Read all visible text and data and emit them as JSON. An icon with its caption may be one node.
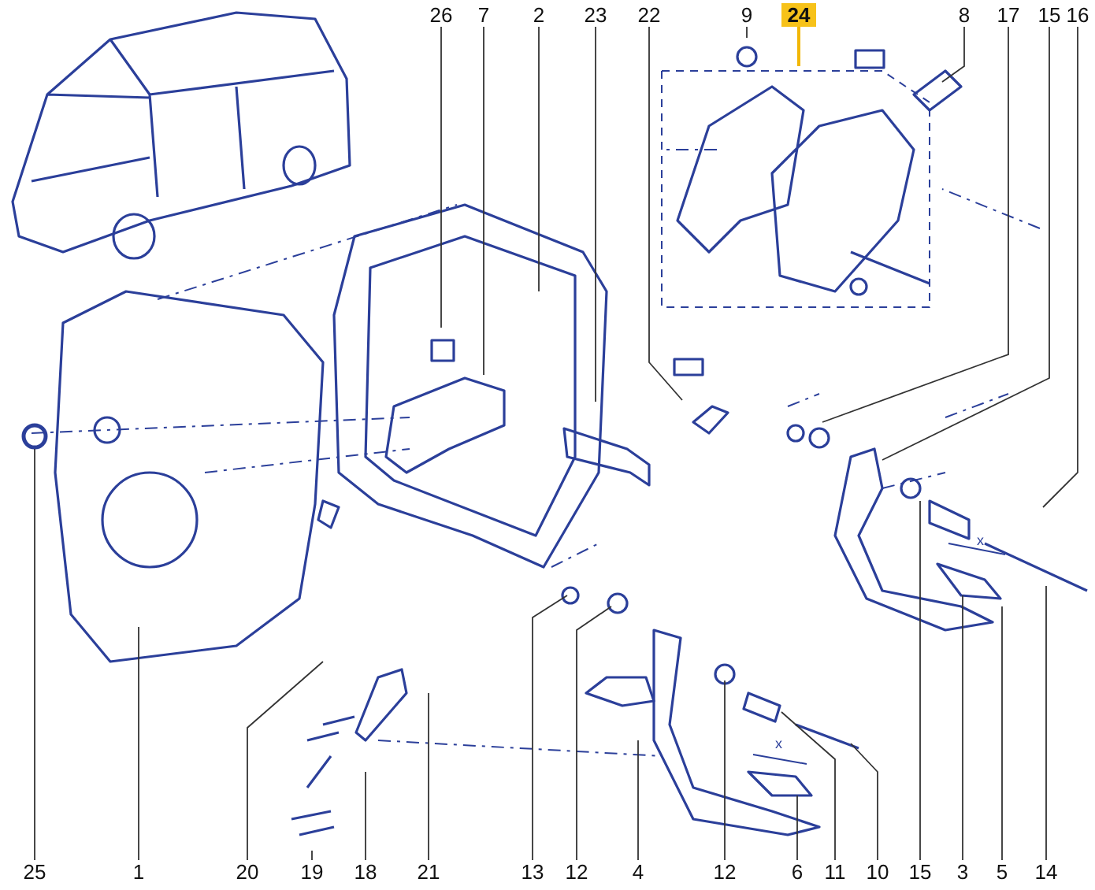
{
  "diagram": {
    "nodes": [
      {
        "text": [
          "26"
        ]
      },
      {
        "text": [
          "7"
        ]
      },
      {
        "text": [
          "2"
        ]
      },
      {
        "text": [
          "23"
        ]
      },
      {
        "text": [
          "22"
        ]
      },
      {
        "text": [
          "9"
        ]
      },
      {
        "text": [
          "24"
        ]
      },
      {
        "text": [
          "8"
        ]
      },
      {
        "text": [
          "17"
        ]
      },
      {
        "text": [
          "15"
        ]
      },
      {
        "text": [
          "16"
        ]
      },
      {
        "text": [
          "25"
        ]
      },
      {
        "text": [
          "1"
        ]
      },
      {
        "text": [
          "20"
        ]
      },
      {
        "text": [
          "19"
        ]
      },
      {
        "text": [
          "18"
        ]
      },
      {
        "text": [
          "21"
        ]
      },
      {
        "text": [
          "13"
        ]
      },
      {
        "text": [
          "12"
        ]
      },
      {
        "text": [
          "4"
        ]
      },
      {
        "text": [
          "12"
        ]
      },
      {
        "text": [
          "6"
        ]
      },
      {
        "text": [
          "11"
        ]
      },
      {
        "text": [
          "10"
        ]
      },
      {
        "text": [
          "15"
        ]
      },
      {
        "text": [
          "3"
        ]
      },
      {
        "text": [
          "5"
        ]
      },
      {
        "text": [
          "14"
        ]
      }
    ],
    "edges": [
      {
        "from": 0,
        "to": null,
        "arrow": "none"
      },
      {
        "from": 1,
        "to": null,
        "arrow": "none"
      },
      {
        "from": 2,
        "to": null,
        "arrow": "none"
      },
      {
        "from": 3,
        "to": null,
        "arrow": "none"
      },
      {
        "from": 4,
        "to": null,
        "arrow": "none"
      },
      {
        "from": 5,
        "to": null,
        "arrow": "none"
      },
      {
        "from": 6,
        "to": null,
        "arrow": "none",
        "color": "#f2b705"
      },
      {
        "from": 7,
        "to": null,
        "arrow": "none"
      },
      {
        "from": 8,
        "to": null,
        "arrow": "none"
      },
      {
        "from": 9,
        "to": null,
        "arrow": "none"
      },
      {
        "from": 10,
        "to": null,
        "arrow": "none"
      },
      {
        "from": 11,
        "to": null,
        "arrow": "none"
      },
      {
        "from": 12,
        "to": null,
        "arrow": "none"
      },
      {
        "from": 13,
        "to": null,
        "arrow": "none"
      },
      {
        "from": 14,
        "to": null,
        "arrow": "none"
      },
      {
        "from": 15,
        "to": null,
        "arrow": "none"
      },
      {
        "from": 16,
        "to": null,
        "arrow": "none"
      },
      {
        "from": 17,
        "to": null,
        "arrow": "none"
      },
      {
        "from": 18,
        "to": null,
        "arrow": "none"
      },
      {
        "from": 19,
        "to": null,
        "arrow": "none"
      },
      {
        "from": 20,
        "to": null,
        "arrow": "none"
      },
      {
        "from": 21,
        "to": null,
        "arrow": "none"
      },
      {
        "from": 22,
        "to": null,
        "arrow": "none"
      },
      {
        "from": 23,
        "to": null,
        "arrow": "none"
      },
      {
        "from": 24,
        "to": null,
        "arrow": "none"
      },
      {
        "from": 25,
        "to": null,
        "arrow": "none"
      },
      {
        "from": 26,
        "to": null,
        "arrow": "none"
      },
      {
        "from": 27,
        "to": null,
        "arrow": "none"
      }
    ],
    "labels": [
      "x",
      "x"
    ]
  }
}
